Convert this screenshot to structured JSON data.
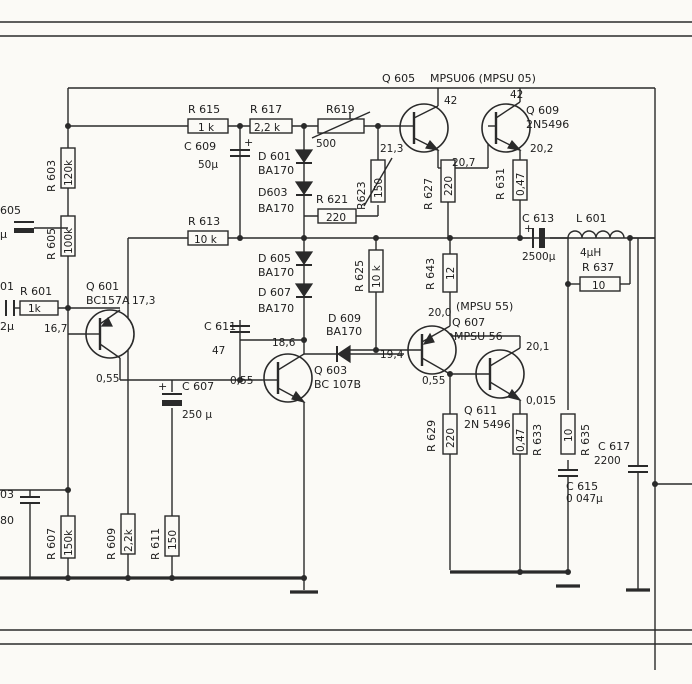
{
  "components": {
    "q605": "Q 605",
    "q605_type": "MPSU06 (MPSU 05)",
    "q609": "Q 609",
    "q609_type": "2N5496",
    "q601": "Q 601",
    "q601_type": "BC157A",
    "q603": "Q 603",
    "q603_type": "BC 107B",
    "q607": "Q 607",
    "q607_type_alt": "(MPSU 55)",
    "q607_type": "MPSU 56",
    "q611": "Q 611",
    "q611_type": "2N 5496",
    "r615": "R 615",
    "r615_val": "1 k",
    "r617": "R 617",
    "r617_val": "2,2 k",
    "r619": "R619",
    "r619_val": "500",
    "r603": "R 603",
    "r603_val": "120k",
    "r605": "R 605",
    "r605_val": "100k",
    "r601": "R 601",
    "r601_val": "1k",
    "r613": "R 613",
    "r613_val": "10 k",
    "r621": "R 621",
    "r621_val": "220",
    "r623": "R623",
    "r623_val": "150",
    "r627": "R 627",
    "r627_val": "220",
    "r631": "R 631",
    "r631_val": "0,47",
    "r625": "R 625",
    "r625_val": "10 k",
    "r643": "R 643",
    "r643_val": "12",
    "r637": "R 637",
    "r637_val": "10",
    "r607": "R 607",
    "r607_val": "150k",
    "r609": "R 609",
    "r609_val": "2,2k",
    "r611": "R 611",
    "r611_val": "150",
    "r629": "R 629",
    "r629_val": "220",
    "r633": "R 633",
    "r633_val": "0,47",
    "r635": "R 635",
    "r635_val": "10",
    "c609": "C 609",
    "c609_val": "50µ",
    "c611": "C 611",
    "c611_val": "47",
    "c607": "C 607",
    "c607_val": "250 µ",
    "c613": "C 613",
    "c613_val": "2500µ",
    "c615": "C 615",
    "c615_val": "0 047µ",
    "c617": "C 617",
    "c617_val": "2200",
    "l601": "L 601",
    "l601_val": "4µH",
    "d601": "D 601",
    "d601_type": "BA170",
    "d603": "D603",
    "d603_type": "BA170",
    "d605": "D 605",
    "d605_type": "BA170",
    "d607": "D 607",
    "d607_type": "BA170",
    "d609": "D 609",
    "d609_type": "BA170",
    "edge_left_1": "605",
    "edge_left_2": "µ",
    "edge_left_3": "01",
    "edge_left_4": "2µ",
    "edge_left_5": "03",
    "edge_left_6": "80"
  },
  "voltages": {
    "q605_c": "42",
    "q609_c": "42",
    "n21_3": "21,3",
    "n20_7": "20,7",
    "n20_2": "20,2",
    "q601_e": "17,3",
    "q601_b": "16,7",
    "q601_c": "0,55",
    "q603_c": "18,6",
    "q603_b": "0,55",
    "n19_4": "19,4",
    "q607_b": "20,0",
    "q607_e": "0,55",
    "q611_c": "20,1",
    "q611_e": "0,015"
  }
}
